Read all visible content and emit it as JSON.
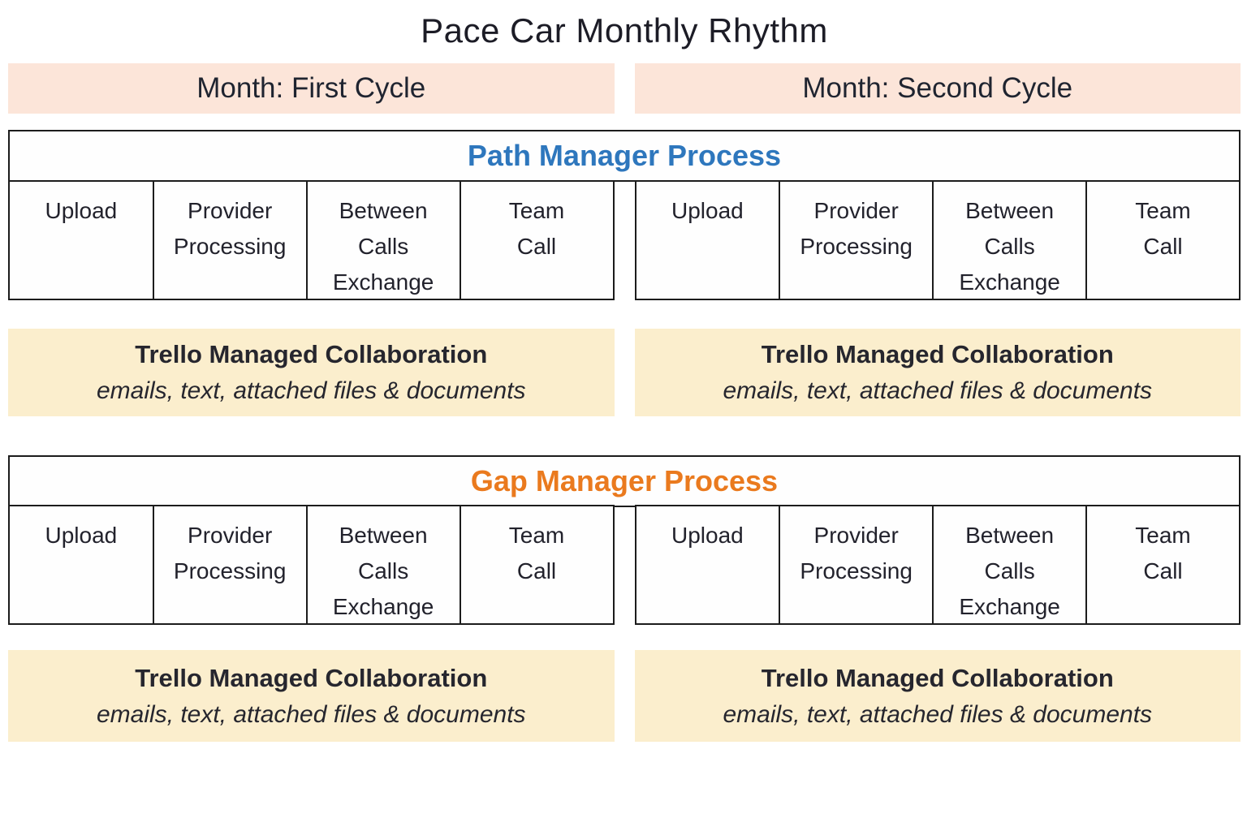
{
  "page": {
    "title": "Pace Car Monthly Rhythm"
  },
  "months": [
    {
      "label": "Month: First Cycle"
    },
    {
      "label": "Month: Second Cycle"
    }
  ],
  "steps": [
    "Upload",
    "Provider\nProcessing",
    "Between\nCalls\nExchange",
    "Team\nCall"
  ],
  "processes": [
    {
      "title": "Path Manager Process",
      "title_color": "#2e77bd"
    },
    {
      "title": "Gap Manager Process",
      "title_color": "#ea7a1e"
    }
  ],
  "collaboration": {
    "title": "Trello Managed Collaboration",
    "subtitle": "emails, text, attached files & documents"
  },
  "colors": {
    "month_band_bg": "#fce5d9",
    "collab_band_bg": "#fbeecd",
    "border": "#1c1c1c",
    "text": "#20202a",
    "path_process_title": "#2e77bd",
    "gap_process_title": "#ea7a1e"
  }
}
